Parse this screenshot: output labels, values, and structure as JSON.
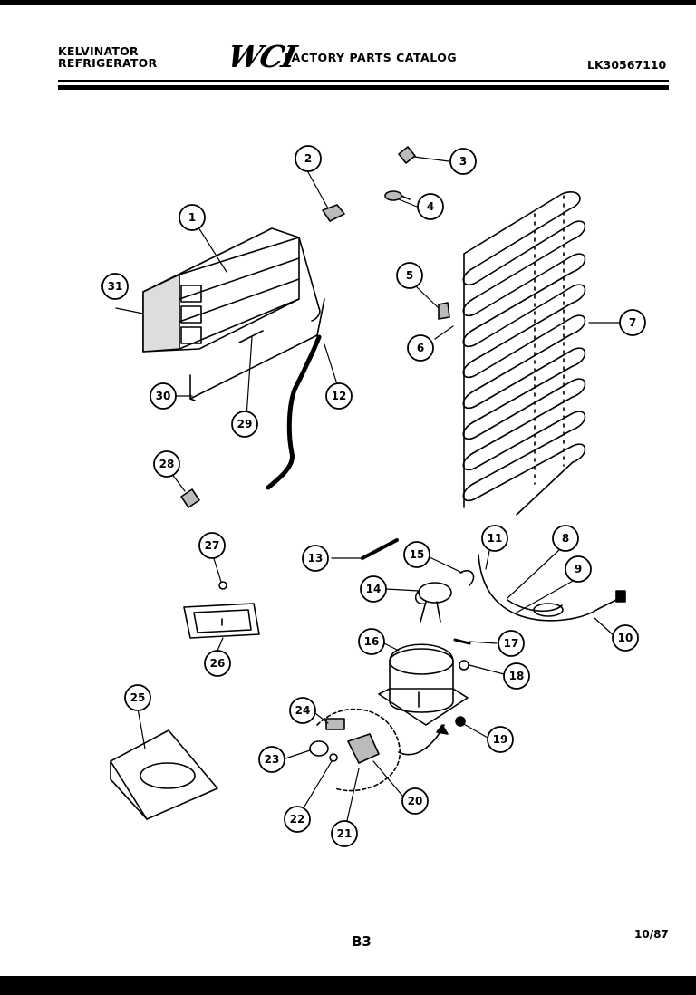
{
  "header": {
    "brand_line1": "KELVINATOR",
    "brand_line2": "REFRIGERATOR",
    "logo_text": "WCI",
    "catalog_title": "FACTORY PARTS CATALOG",
    "model_number": "LK30567110"
  },
  "footer": {
    "page_label": "B3",
    "date": "10/87"
  },
  "callouts": [
    "1",
    "2",
    "3",
    "4",
    "5",
    "6",
    "7",
    "8",
    "9",
    "10",
    "11",
    "12",
    "13",
    "14",
    "15",
    "16",
    "17",
    "18",
    "19",
    "20",
    "21",
    "22",
    "23",
    "24",
    "25",
    "26",
    "27",
    "28",
    "29",
    "30",
    "31"
  ]
}
